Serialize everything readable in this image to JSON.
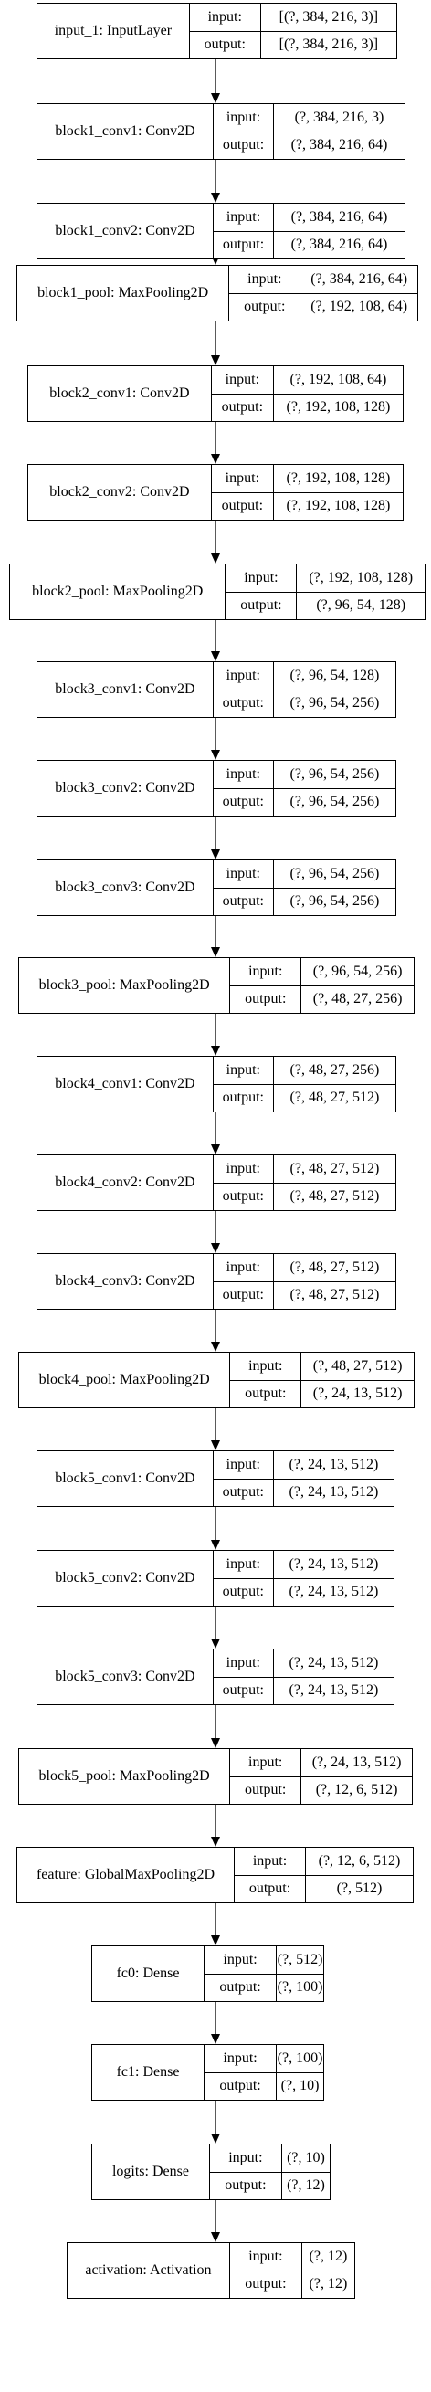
{
  "nodes": [
    {
      "name": "input_1: InputLayer",
      "input_label": "input:",
      "output_label": "output:",
      "input": "[(?, 384, 216, 3)]",
      "output": "[(?, 384, 216, 3)]"
    },
    {
      "name": "block1_conv1: Conv2D",
      "input_label": "input:",
      "output_label": "output:",
      "input": "(?, 384, 216, 3)",
      "output": "(?, 384, 216, 64)"
    },
    {
      "name": "block1_conv2: Conv2D",
      "input_label": "input:",
      "output_label": "output:",
      "input": "(?, 384, 216, 64)",
      "output": "(?, 384, 216, 64)"
    },
    {
      "name": "block1_pool: MaxPooling2D",
      "input_label": "input:",
      "output_label": "output:",
      "input": "(?, 384, 216, 64)",
      "output": "(?, 192, 108, 64)"
    },
    {
      "name": "block2_conv1: Conv2D",
      "input_label": "input:",
      "output_label": "output:",
      "input": "(?, 192, 108, 64)",
      "output": "(?, 192, 108, 128)"
    },
    {
      "name": "block2_conv2: Conv2D",
      "input_label": "input:",
      "output_label": "output:",
      "input": "(?, 192, 108, 128)",
      "output": "(?, 192, 108, 128)"
    },
    {
      "name": "block2_pool: MaxPooling2D",
      "input_label": "input:",
      "output_label": "output:",
      "input": "(?, 192, 108, 128)",
      "output": "(?, 96, 54, 128)"
    },
    {
      "name": "block3_conv1: Conv2D",
      "input_label": "input:",
      "output_label": "output:",
      "input": "(?, 96, 54, 128)",
      "output": "(?, 96, 54, 256)"
    },
    {
      "name": "block3_conv2: Conv2D",
      "input_label": "input:",
      "output_label": "output:",
      "input": "(?, 96, 54, 256)",
      "output": "(?, 96, 54, 256)"
    },
    {
      "name": "block3_conv3: Conv2D",
      "input_label": "input:",
      "output_label": "output:",
      "input": "(?, 96, 54, 256)",
      "output": "(?, 96, 54, 256)"
    },
    {
      "name": "block3_pool: MaxPooling2D",
      "input_label": "input:",
      "output_label": "output:",
      "input": "(?, 96, 54, 256)",
      "output": "(?, 48, 27, 256)"
    },
    {
      "name": "block4_conv1: Conv2D",
      "input_label": "input:",
      "output_label": "output:",
      "input": "(?, 48, 27, 256)",
      "output": "(?, 48, 27, 512)"
    },
    {
      "name": "block4_conv2: Conv2D",
      "input_label": "input:",
      "output_label": "output:",
      "input": "(?, 48, 27, 512)",
      "output": "(?, 48, 27, 512)"
    },
    {
      "name": "block4_conv3: Conv2D",
      "input_label": "input:",
      "output_label": "output:",
      "input": "(?, 48, 27, 512)",
      "output": "(?, 48, 27, 512)"
    },
    {
      "name": "block4_pool: MaxPooling2D",
      "input_label": "input:",
      "output_label": "output:",
      "input": "(?, 48, 27, 512)",
      "output": "(?, 24, 13, 512)"
    },
    {
      "name": "block5_conv1: Conv2D",
      "input_label": "input:",
      "output_label": "output:",
      "input": "(?, 24, 13, 512)",
      "output": "(?, 24, 13, 512)"
    },
    {
      "name": "block5_conv2: Conv2D",
      "input_label": "input:",
      "output_label": "output:",
      "input": "(?, 24, 13, 512)",
      "output": "(?, 24, 13, 512)"
    },
    {
      "name": "block5_conv3: Conv2D",
      "input_label": "input:",
      "output_label": "output:",
      "input": "(?, 24, 13, 512)",
      "output": "(?, 24, 13, 512)"
    },
    {
      "name": "block5_pool: MaxPooling2D",
      "input_label": "input:",
      "output_label": "output:",
      "input": "(?, 24, 13, 512)",
      "output": "(?, 12, 6, 512)"
    },
    {
      "name": "feature: GlobalMaxPooling2D",
      "input_label": "input:",
      "output_label": "output:",
      "input": "(?, 12, 6, 512)",
      "output": "(?, 512)"
    },
    {
      "name": "fc0: Dense",
      "input_label": "input:",
      "output_label": "output:",
      "input": "(?, 512)",
      "output": "(?, 100)"
    },
    {
      "name": "fc1: Dense",
      "input_label": "input:",
      "output_label": "output:",
      "input": "(?, 100)",
      "output": "(?, 10)"
    },
    {
      "name": "logits: Dense",
      "input_label": "input:",
      "output_label": "output:",
      "input": "(?, 10)",
      "output": "(?, 12)"
    },
    {
      "name": "activation: Activation",
      "input_label": "input:",
      "output_label": "output:",
      "input": "(?, 12)",
      "output": "(?, 12)"
    }
  ]
}
